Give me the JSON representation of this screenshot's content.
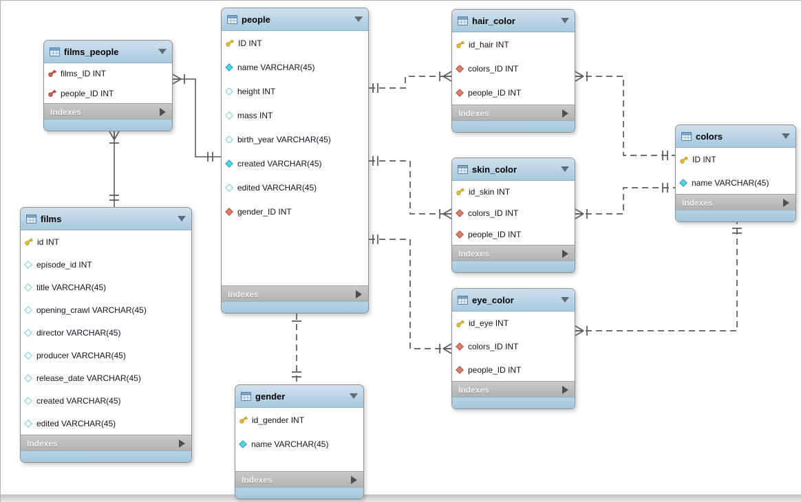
{
  "diagram": {
    "kind": "eer-schema-diagram",
    "indexes_label": "Indexes",
    "palette": {
      "header_blue_top": "#cfe1ef",
      "header_blue_bottom": "#a7c9de",
      "indexes_gray": "#bdbdbd",
      "line_gray": "#6f6f6f",
      "pk_yellow": "#f2cf3d",
      "pk_fk_red": "#d4695b",
      "notnull_cyan": "#52d2e4",
      "fk_red_diamond": "#e07a6a"
    },
    "tables": [
      {
        "id": "films_people",
        "name": "films_people",
        "columns": [
          {
            "icon": "primary-foreign-key",
            "text": "films_ID INT"
          },
          {
            "icon": "primary-foreign-key",
            "text": "people_ID INT"
          }
        ]
      },
      {
        "id": "people",
        "name": "people",
        "columns": [
          {
            "icon": "primary-key",
            "text": "ID INT"
          },
          {
            "icon": "column-notnull",
            "text": "name VARCHAR(45)"
          },
          {
            "icon": "column-nullable",
            "text": "height INT"
          },
          {
            "icon": "column-nullable",
            "text": "mass INT"
          },
          {
            "icon": "column-nullable",
            "text": "birth_year VARCHAR(45)"
          },
          {
            "icon": "column-notnull",
            "text": "created VARCHAR(45)"
          },
          {
            "icon": "column-nullable",
            "text": "edited VARCHAR(45)"
          },
          {
            "icon": "foreign-key",
            "text": "gender_ID INT"
          }
        ]
      },
      {
        "id": "hair_color",
        "name": "hair_color",
        "columns": [
          {
            "icon": "primary-key",
            "text": "id_hair INT"
          },
          {
            "icon": "foreign-key",
            "text": "colors_ID INT"
          },
          {
            "icon": "foreign-key",
            "text": "people_ID INT"
          }
        ]
      },
      {
        "id": "skin_color",
        "name": "skin_color",
        "columns": [
          {
            "icon": "primary-key",
            "text": "id_skin INT"
          },
          {
            "icon": "foreign-key",
            "text": "colors_ID INT"
          },
          {
            "icon": "foreign-key",
            "text": "people_ID INT"
          }
        ]
      },
      {
        "id": "eye_color",
        "name": "eye_color",
        "columns": [
          {
            "icon": "primary-key",
            "text": "id_eye INT"
          },
          {
            "icon": "foreign-key",
            "text": "colors_ID INT"
          },
          {
            "icon": "foreign-key",
            "text": "people_ID INT"
          }
        ]
      },
      {
        "id": "colors",
        "name": "colors",
        "columns": [
          {
            "icon": "primary-key",
            "text": "ID INT"
          },
          {
            "icon": "column-notnull",
            "text": "name VARCHAR(45)"
          }
        ]
      },
      {
        "id": "films",
        "name": "films",
        "columns": [
          {
            "icon": "primary-key",
            "text": "id INT"
          },
          {
            "icon": "column-nullable",
            "text": "episode_id INT"
          },
          {
            "icon": "column-nullable",
            "text": "title VARCHAR(45)"
          },
          {
            "icon": "column-nullable",
            "text": "opening_crawl VARCHAR(45)"
          },
          {
            "icon": "column-nullable",
            "text": "director VARCHAR(45)"
          },
          {
            "icon": "column-nullable",
            "text": "producer VARCHAR(45)"
          },
          {
            "icon": "column-nullable",
            "text": "release_date VARCHAR(45)"
          },
          {
            "icon": "column-nullable",
            "text": "created VARCHAR(45)"
          },
          {
            "icon": "column-nullable",
            "text": "edited VARCHAR(45)"
          }
        ]
      },
      {
        "id": "gender",
        "name": "gender",
        "columns": [
          {
            "icon": "primary-key",
            "text": "id_gender INT"
          },
          {
            "icon": "column-notnull",
            "text": "name VARCHAR(45)"
          }
        ]
      }
    ],
    "relationships": [
      {
        "from": "films_people",
        "to": "people",
        "style": "solid",
        "cardinality": "many-to-one"
      },
      {
        "from": "films_people",
        "to": "films",
        "style": "solid",
        "cardinality": "many-to-one"
      },
      {
        "from": "people",
        "to": "hair_color",
        "style": "dashed",
        "cardinality": "one-to-many"
      },
      {
        "from": "people",
        "to": "skin_color",
        "style": "dashed",
        "cardinality": "one-to-many"
      },
      {
        "from": "people",
        "to": "eye_color",
        "style": "dashed",
        "cardinality": "one-to-many"
      },
      {
        "from": "hair_color",
        "to": "colors",
        "style": "dashed",
        "cardinality": "many-to-one"
      },
      {
        "from": "skin_color",
        "to": "colors",
        "style": "dashed",
        "cardinality": "many-to-one"
      },
      {
        "from": "eye_color",
        "to": "colors",
        "style": "dashed",
        "cardinality": "many-to-one"
      },
      {
        "from": "people",
        "to": "gender",
        "style": "dashed",
        "cardinality": "many-to-one"
      }
    ]
  }
}
